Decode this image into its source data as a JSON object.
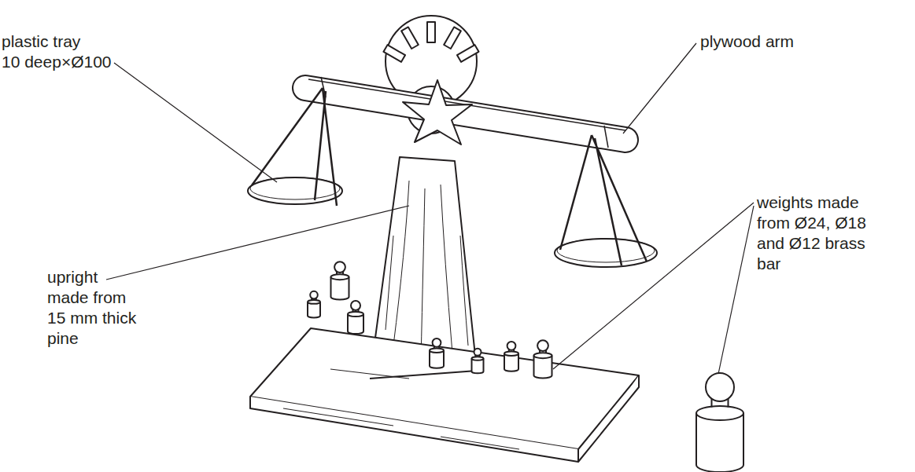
{
  "diagram": {
    "labels": [
      "plastic tray 10 deep×Ø100",
      "plywood arm",
      "upright made from 15 mm thick pine",
      "weights made from Ø24, Ø18 and Ø12 brass bar"
    ]
  }
}
